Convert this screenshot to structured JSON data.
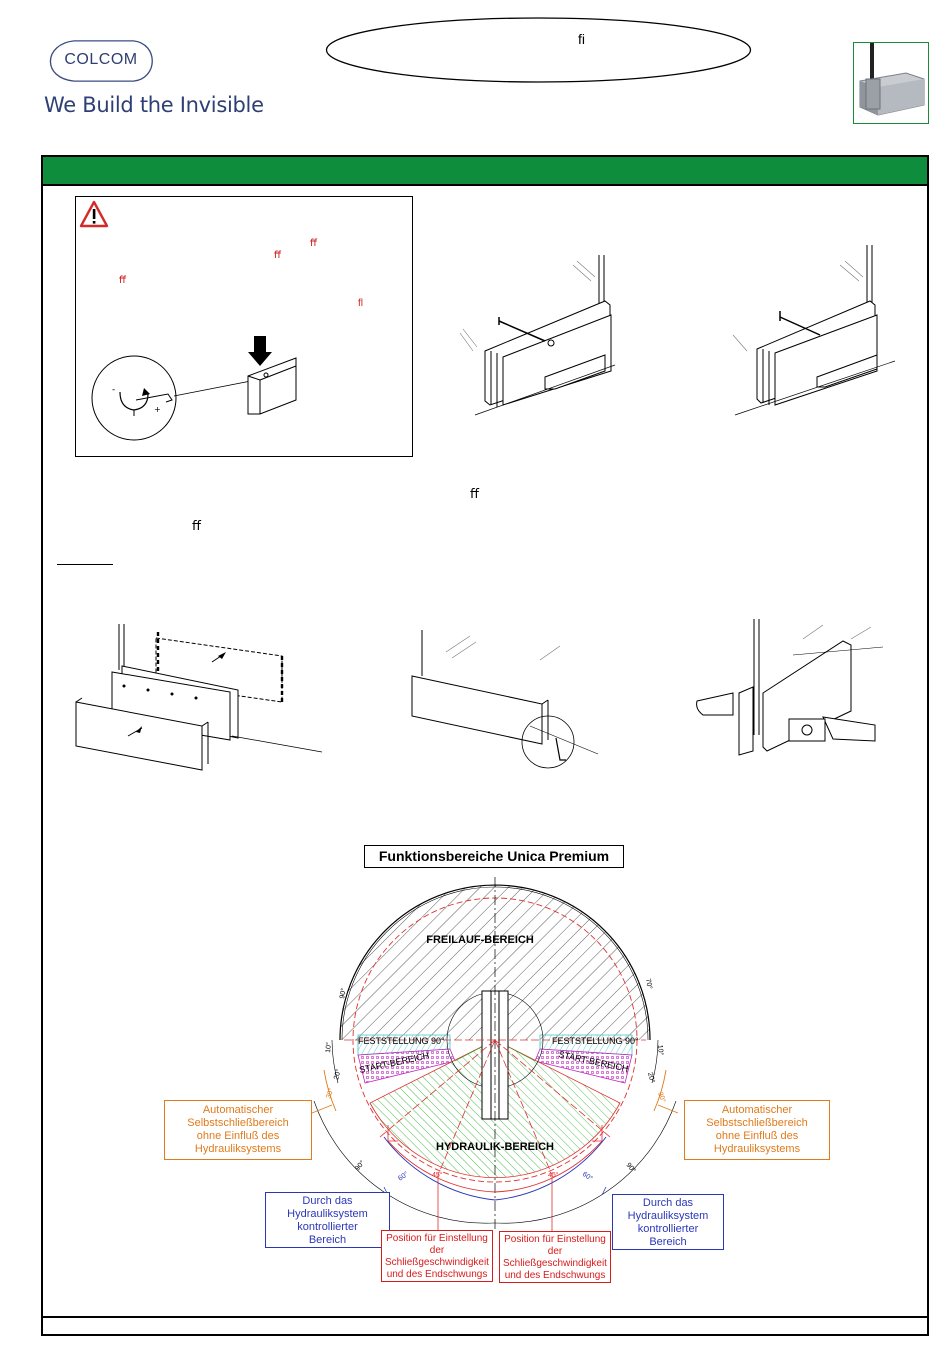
{
  "header": {
    "logo_text": "COLCOM",
    "tagline": "We Build the Invisible",
    "title_glyph": "ﬁ"
  },
  "warning_box": {
    "icon": "warning-triangle-icon",
    "glyphs": [
      "ﬀ",
      "ﬀ",
      "ﬀ",
      "ﬂ"
    ]
  },
  "body_glyphs": [
    "ﬀ",
    "ﬀ"
  ],
  "diagram": {
    "title": "Funktionsbereiche Unica Premium",
    "zones": {
      "freilauf": "FREILAUF-BEREICH",
      "feststellung_left": "FESTSTELLUNG 90°",
      "feststellung_right": "FESTSTELLUNG 90°",
      "start_left": "START-BEREICH",
      "start_right": "START-BEREICH",
      "hydraulik": "HYDRAULIK-BEREICH"
    },
    "callouts": {
      "auto_left": [
        "Automatischer",
        "Selbstschließbereich",
        "ohne Einfluß des",
        "Hydrauliksystems"
      ],
      "auto_right": [
        "Automatischer",
        "Selbstschließbereich",
        "ohne Einfluß des",
        "Hydrauliksystems"
      ],
      "hydraulic_left": [
        "Durch das",
        "Hydrauliksystem",
        "kontrollierter",
        "Bereich"
      ],
      "hydraulic_right": [
        "Durch das",
        "Hydrauliksystem",
        "kontrollierter",
        "Bereich"
      ],
      "position_left": [
        "Position für Einstellung",
        "der",
        "Schließgeschwindigkeit",
        "und des Endschwungs"
      ],
      "position_right": [
        "Position für Einstellung",
        "der",
        "Schließgeschwindigkeit",
        "und des Endschwungs"
      ]
    },
    "angles": {
      "top_left": "90°",
      "top_right": "70°",
      "mid_left": "10°",
      "mid_right": "10°",
      "start_left": "20°",
      "start_right": "20°",
      "auto_left": "30°",
      "auto_right": "30°",
      "hyd_left": "90°",
      "hyd_right": "90°",
      "inner_left": "60°",
      "inner_right": "60°",
      "pos_left": "45°",
      "pos_right": "45°"
    },
    "colors": {
      "brand_green": "#0e8d3c",
      "hatch_black": "#333333",
      "freilauf_red": "#e03030",
      "feststellung_cyan": "#3fc7c7",
      "start_magenta": "#c228c2",
      "hydraulik_green": "#27b027",
      "orange": "#e07b1b",
      "blue": "#2b37b8"
    }
  }
}
